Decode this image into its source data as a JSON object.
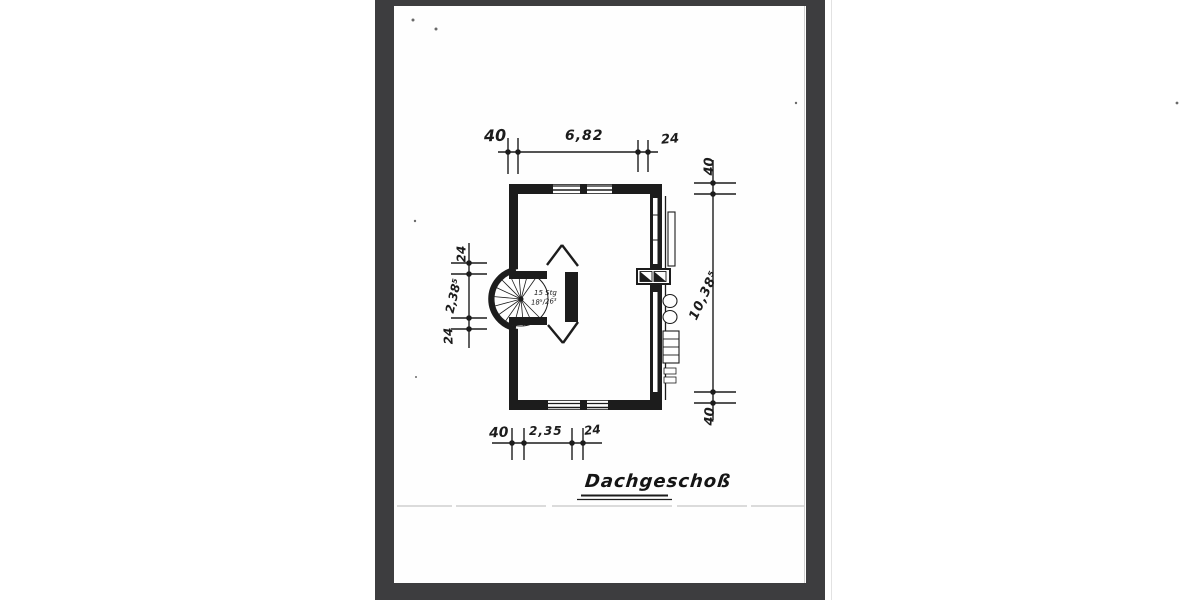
{
  "page": {
    "title": "Dachgeschoß"
  },
  "plan": {
    "stair_note_line1": "15 Stg",
    "stair_note_line2": "18⁵/26³"
  },
  "dimensions": {
    "top": {
      "wall_left": "40",
      "span": "6,82",
      "wall_right": "24"
    },
    "right": {
      "wall_top": "40",
      "span": "10,38⁵",
      "wall_bottom": "40"
    },
    "left": {
      "wall_top": "24",
      "span": "2,38⁵",
      "wall_bottom": "24"
    },
    "bottom": {
      "wall_left": "40",
      "span": "2,35",
      "wall_right": "24"
    }
  },
  "colors": {
    "frame": "#3d3d3f",
    "ink": "#1c1c1c",
    "paper": "#fefefe",
    "scan_artifact": "#c6c6c6"
  }
}
